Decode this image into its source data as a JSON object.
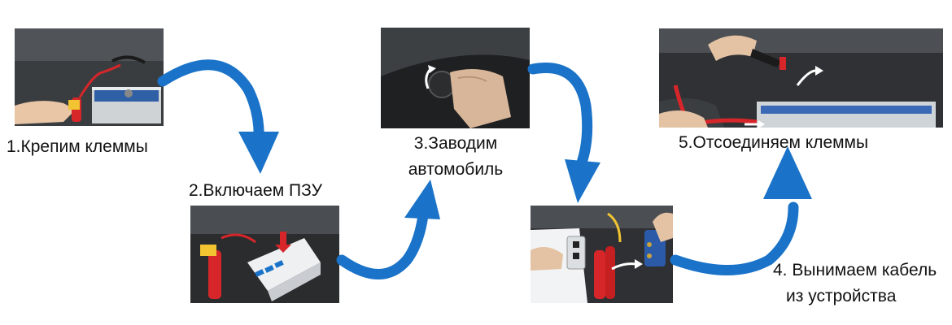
{
  "steps": [
    {
      "caption": "1.Крепим клеммы",
      "photo_icon": "clamp-battery-photo"
    },
    {
      "caption": "2.Включаем ПЗУ",
      "photo_icon": "jump-starter-photo"
    },
    {
      "caption_line1": "3.Заводим",
      "caption_line2": "автомобиль",
      "photo_icon": "ignition-key-photo"
    },
    {
      "caption_line1": "4. Вынимаем кабель",
      "caption_line2": "из устройства",
      "photo_icon": "unplug-cable-photo"
    },
    {
      "caption": "5.Отсоединяем клеммы",
      "photo_icon": "remove-clamps-photo"
    }
  ],
  "colors": {
    "arrow": "#1a73c8",
    "clamp_red": "#d7262a",
    "white_arrow": "#ffffff"
  }
}
